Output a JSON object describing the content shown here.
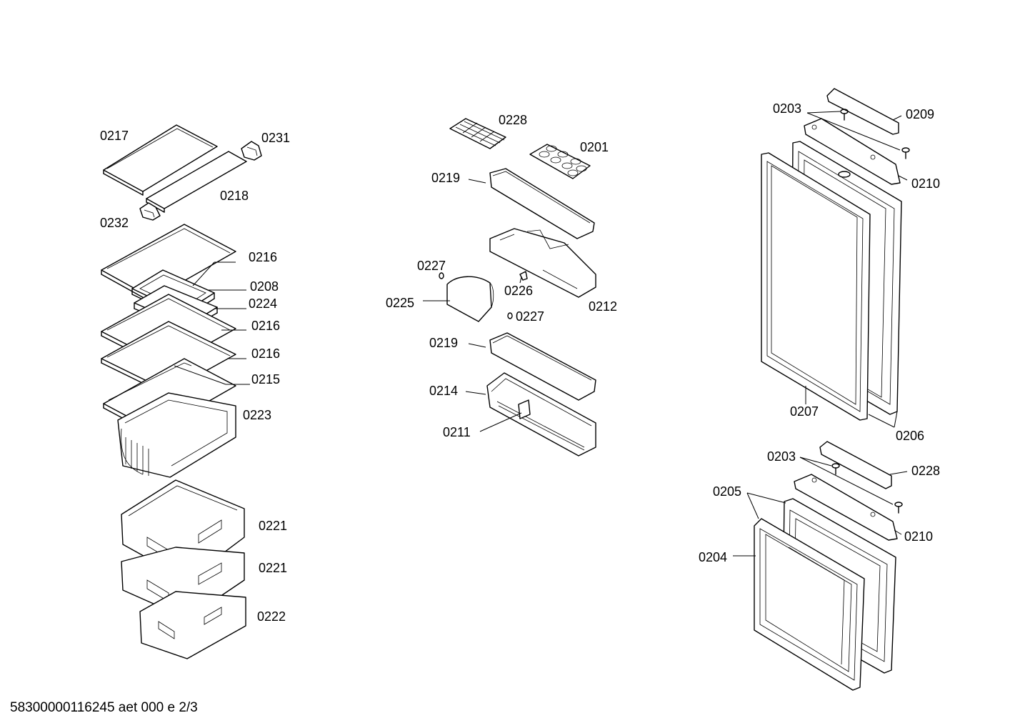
{
  "footer": "58300000116245 aet 000 e 2/3",
  "part_labels": {
    "l0217": "0217",
    "l0231": "0231",
    "l0218": "0218",
    "l0232": "0232",
    "l0216a": "0216",
    "l0208": "0208",
    "l0224": "0224",
    "l0216b": "0216",
    "l0216c": "0216",
    "l0215": "0215",
    "l0223": "0223",
    "l0221a": "0221",
    "l0221b": "0221",
    "l0222": "0222",
    "l0228a": "0228",
    "l0201": "0201",
    "l0219a": "0219",
    "l0227a": "0227",
    "l0226": "0226",
    "l0225": "0225",
    "l0227b": "0227",
    "l0212": "0212",
    "l0219b": "0219",
    "l0214": "0214",
    "l0211": "0211",
    "l0203a": "0203",
    "l0209": "0209",
    "l0210a": "0210",
    "l0207": "0207",
    "l0206": "0206",
    "l0203b": "0203",
    "l0228b": "0228",
    "l0205": "0205",
    "l0210b": "0210",
    "l0204": "0204"
  }
}
